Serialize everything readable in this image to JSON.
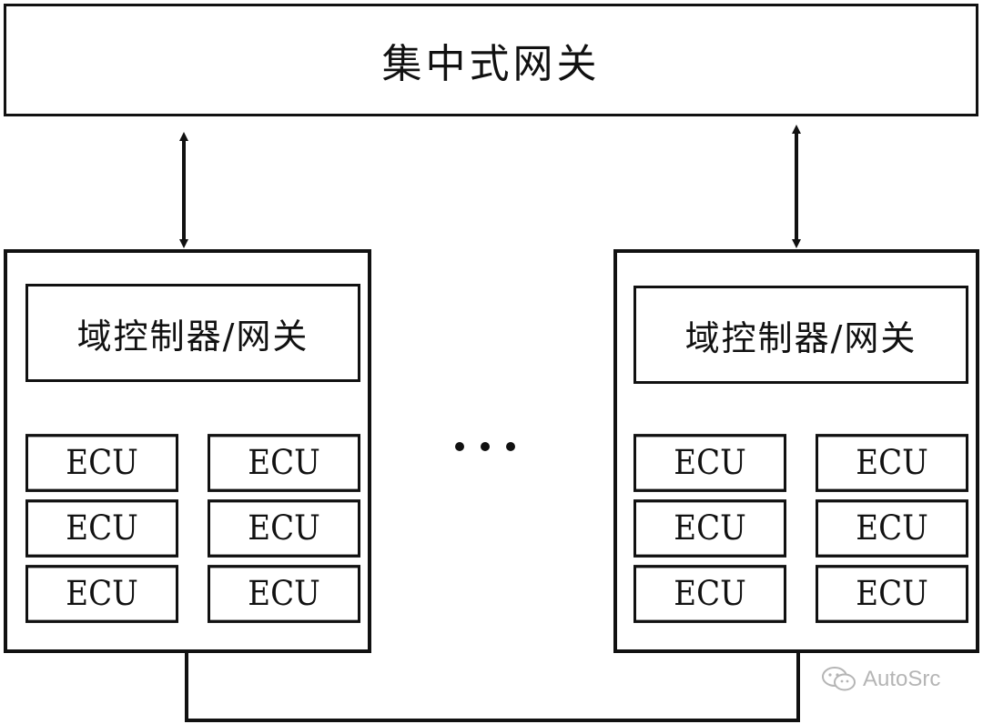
{
  "gateway": {
    "label": "集中式网关"
  },
  "domains": [
    {
      "controller_label": "域控制器/网关",
      "ecus": [
        "ECU",
        "ECU",
        "ECU",
        "ECU",
        "ECU",
        "ECU"
      ]
    },
    {
      "controller_label": "域控制器/网关",
      "ecus": [
        "ECU",
        "ECU",
        "ECU",
        "ECU",
        "ECU",
        "ECU"
      ]
    }
  ],
  "watermark": {
    "text": "AutoSrc",
    "icon": "wechat-icon"
  }
}
